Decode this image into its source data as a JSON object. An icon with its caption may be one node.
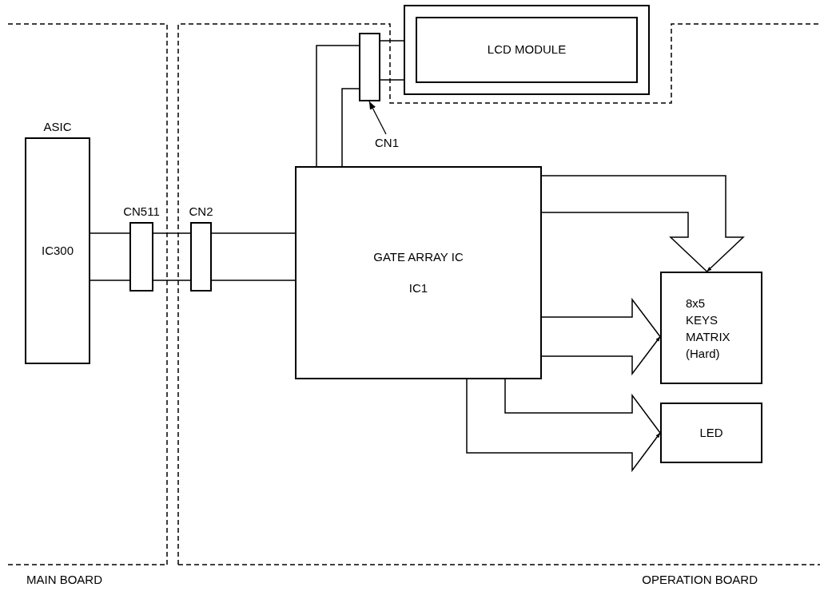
{
  "diagram": {
    "nodes": [
      {
        "text": [
          "MAIN BOARD"
        ]
      },
      {
        "text": [
          "ASIC",
          "IC300"
        ],
        "in": 0
      },
      {
        "text": [
          "CN511"
        ],
        "in": 0
      },
      {
        "text": [
          "OPERATION BOARD"
        ]
      },
      {
        "text": [
          "CN2"
        ],
        "in": 3
      },
      {
        "text": [
          "GATE ARRAY IC",
          "IC1"
        ],
        "in": 3
      },
      {
        "text": [],
        "shape": "box",
        "in": 3
      },
      {
        "text": [
          "CN1"
        ],
        "in": 3
      },
      {
        "text": [
          "LCD MODULE"
        ]
      },
      {
        "text": [
          "8x5 KEYS MATRIX (Hard)"
        ],
        "in": 3
      },
      {
        "text": [
          "LED"
        ],
        "in": 3
      }
    ],
    "edges": [
      {
        "from": 1,
        "to": 2,
        "arrow": "none"
      },
      {
        "from": 1,
        "to": 2,
        "arrow": "none"
      },
      {
        "from": 2,
        "to": 4,
        "arrow": "none"
      },
      {
        "from": 2,
        "to": 4,
        "arrow": "none"
      },
      {
        "from": 4,
        "to": 5,
        "arrow": "none"
      },
      {
        "from": 4,
        "to": 5,
        "arrow": "none"
      },
      {
        "from": 5,
        "to": 6,
        "arrow": "none"
      },
      {
        "from": 5,
        "to": 6,
        "arrow": "none"
      },
      {
        "from": 6,
        "to": 8,
        "arrow": "none"
      },
      {
        "from": 6,
        "to": 8,
        "arrow": "none"
      },
      {
        "from": 5,
        "to": 9,
        "arrow": "to"
      },
      {
        "from": 5,
        "to": 9,
        "arrow": "to"
      },
      {
        "from": 5,
        "to": 10,
        "arrow": "to"
      },
      {
        "from": 7,
        "to": 6,
        "arrow": "to"
      }
    ]
  }
}
